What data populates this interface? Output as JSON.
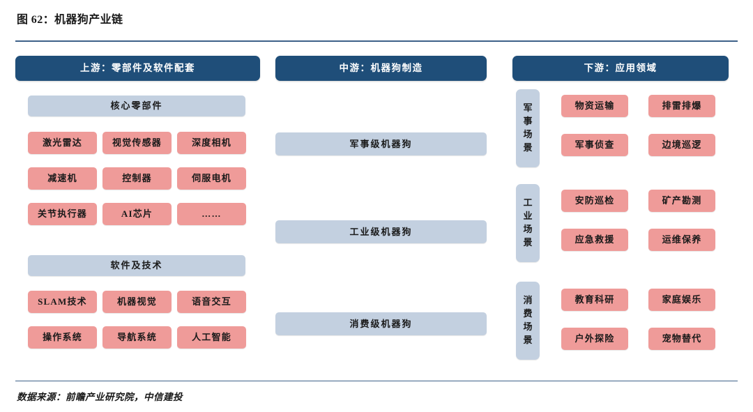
{
  "figure": {
    "title": "图 62：机器狗产业链",
    "source_note": "数据来源：前瞻产业研究院，中信建投"
  },
  "colors": {
    "header_blue": "#1f4e79",
    "band_light_blue": "#c3d0e0",
    "node_pink": "#ef9b99",
    "rule_blue": "#3d6189",
    "text_dark": "#1a1a1a",
    "background": "#ffffff"
  },
  "columns": {
    "upstream": {
      "header": "上游：零部件及软件配套",
      "groups": [
        {
          "band": "核心零部件",
          "items": [
            "激光雷达",
            "视觉传感器",
            "深度相机",
            "减速机",
            "控制器",
            "伺服电机",
            "关节执行器",
            "AI芯片",
            "……"
          ]
        },
        {
          "band": "软件及技术",
          "items": [
            "SLAM技术",
            "机器视觉",
            "语音交互",
            "操作系统",
            "导航系统",
            "人工智能"
          ]
        }
      ]
    },
    "midstream": {
      "header": "中游：机器狗制造",
      "items": [
        "军事级机器狗",
        "工业级机器狗",
        "消费级机器狗"
      ]
    },
    "downstream": {
      "header": "下游：应用领域",
      "scenes": [
        {
          "label": "军事场景",
          "label_chars": [
            "军",
            "事",
            "场",
            "景"
          ],
          "items": [
            "物资运输",
            "排雷排爆",
            "军事侦查",
            "边境巡逻"
          ]
        },
        {
          "label": "工业场景",
          "label_chars": [
            "工",
            "业",
            "场",
            "景"
          ],
          "items": [
            "安防巡检",
            "矿产勘测",
            "应急救援",
            "运维保养"
          ]
        },
        {
          "label": "消费场景",
          "label_chars": [
            "消",
            "费",
            "场",
            "景"
          ],
          "items": [
            "教育科研",
            "家庭娱乐",
            "户外探险",
            "宠物替代"
          ]
        }
      ]
    }
  },
  "chart_data": {
    "type": "diagram",
    "title": "图 62：机器狗产业链",
    "structure": "three-tier industry chain (upstream / midstream / downstream)",
    "tiers": [
      {
        "name": "上游：零部件及软件配套",
        "subgroups": [
          {
            "name": "核心零部件",
            "nodes": [
              "激光雷达",
              "视觉传感器",
              "深度相机",
              "减速机",
              "控制器",
              "伺服电机",
              "关节执行器",
              "AI芯片",
              "……"
            ]
          },
          {
            "name": "软件及技术",
            "nodes": [
              "SLAM技术",
              "机器视觉",
              "语音交互",
              "操作系统",
              "导航系统",
              "人工智能"
            ]
          }
        ]
      },
      {
        "name": "中游：机器狗制造",
        "nodes": [
          "军事级机器狗",
          "工业级机器狗",
          "消费级机器狗"
        ]
      },
      {
        "name": "下游：应用领域",
        "subgroups": [
          {
            "name": "军事场景",
            "nodes": [
              "物资运输",
              "排雷排爆",
              "军事侦查",
              "边境巡逻"
            ]
          },
          {
            "name": "工业场景",
            "nodes": [
              "安防巡检",
              "矿产勘测",
              "应急救援",
              "运维保养"
            ]
          },
          {
            "name": "消费场景",
            "nodes": [
              "教育科研",
              "家庭娱乐",
              "户外探险",
              "宠物替代"
            ]
          }
        ]
      }
    ]
  }
}
